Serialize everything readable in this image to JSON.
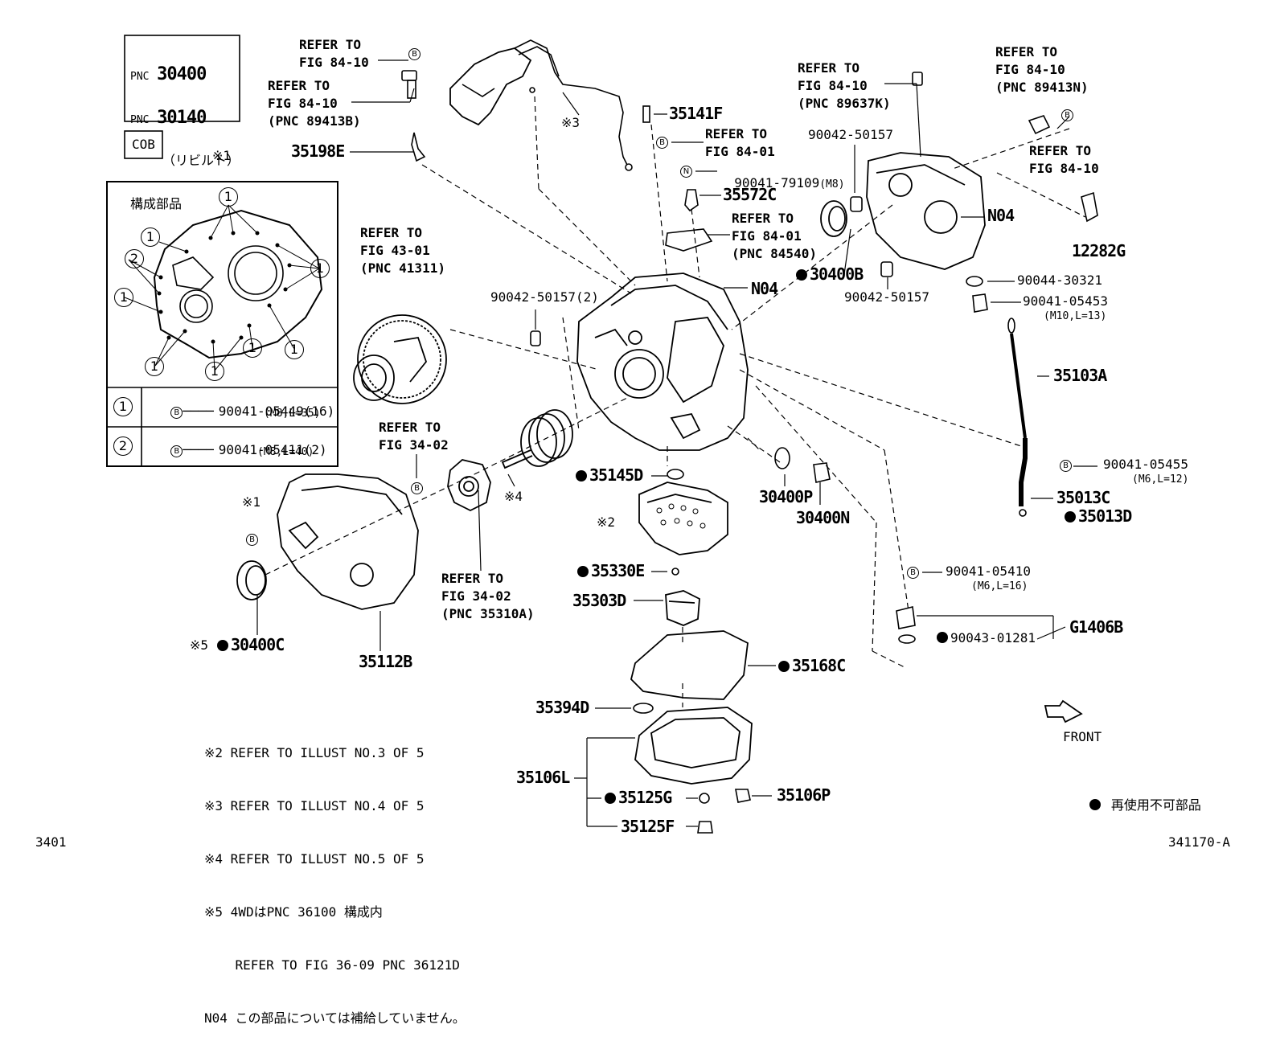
{
  "header_box": {
    "pnc1_prefix": "PNC",
    "pnc1": "30400",
    "pnc2_prefix": "PNC",
    "pnc2": "30140",
    "rebuilt": "（リビルト）",
    "components": "構成部品"
  },
  "cob_label": "COB",
  "inset": {
    "title": "※1",
    "callout_1": "1",
    "callout_2": "2",
    "rows": [
      {
        "key": "1",
        "bolt_mark": "B",
        "part": "90041-05449(16)",
        "spec": "(M8,L=35)"
      },
      {
        "key": "2",
        "bolt_mark": "B",
        "part": "90041-05411(2)",
        "spec": "(M8,L=40)"
      }
    ]
  },
  "labels": {
    "ref_84_10_a": "REFER TO\nFIG 84-10",
    "ref_84_10_b": "REFER TO\nFIG 84-10\n(PNC 89413B)",
    "p35198E": "35198E",
    "star3": "※3",
    "p35141F": "35141F",
    "ref_84_01_a": "REFER TO\nFIG 84-01",
    "p90041_79109": "90041-79109",
    "p90041_79109_spec": "(M8)",
    "p35572C": "35572C",
    "ref_84_01_b": "REFER TO\nFIG 84-01\n(PNC 84540)",
    "ref_84_10_c": "REFER TO\nFIG 84-10\n(PNC 89637K)",
    "ref_84_10_d": "REFER TO\nFIG 84-10\n(PNC 89413N)",
    "ref_84_10_e": "REFER TO\nFIG 84-10",
    "p90042_50157_a": "90042-50157",
    "N04_a": "N04",
    "p12282G": "12282G",
    "p30400B": "30400B",
    "p90042_50157_b": "90042-50157",
    "p90044_30321": "90044-30321",
    "p90041_05453": "90041-05453",
    "p90041_05453_spec": "(M10,L=13)",
    "ref_43_01": "REFER TO\nFIG 43-01\n(PNC 41311)",
    "p90042_50157_2": "90042-50157(2)",
    "N04_b": "N04",
    "p35103A": "35103A",
    "ref_34_02_a": "REFER TO\nFIG 34-02",
    "star4": "※4",
    "p35145D": "35145D",
    "star2": "※2",
    "p30400P": "30400P",
    "p30400N": "30400N",
    "p90041_05455": "90041-05455",
    "p90041_05455_spec": "(M6,L=12)",
    "p35013C": "35013C",
    "p35013D": "35013D",
    "star1": "※1",
    "ref_34_02_b": "REFER TO\nFIG 34-02\n(PNC 35310A)",
    "p35330E": "35330E",
    "p35303D": "35303D",
    "p90041_05410": "90041-05410",
    "p90041_05410_spec": "(M6,L=16)",
    "pG1406B": "G1406B",
    "p90043_01281": "90043-01281",
    "star5": "※5",
    "p30400C": "30400C",
    "p35112B": "35112B",
    "p35168C": "35168C",
    "p35394D": "35394D",
    "front": "FRONT",
    "p35106L": "35106L",
    "p35125G": "35125G",
    "p35106P": "35106P",
    "p35125F": "35125F",
    "legend": "再使用不可部品",
    "bolt_mark": "B",
    "nut_mark": "N"
  },
  "notes": [
    "※2 REFER TO ILLUST NO.3 OF 5",
    "※3 REFER TO ILLUST NO.4 OF 5",
    "※4 REFER TO ILLUST NO.5 OF 5",
    "※5 4WDはPNC 36100 構成内",
    "    REFER TO FIG 36-09 PNC 36121D",
    "N04 この部品については補給していません。"
  ],
  "footer": {
    "left": "3401",
    "right": "341170-A"
  }
}
